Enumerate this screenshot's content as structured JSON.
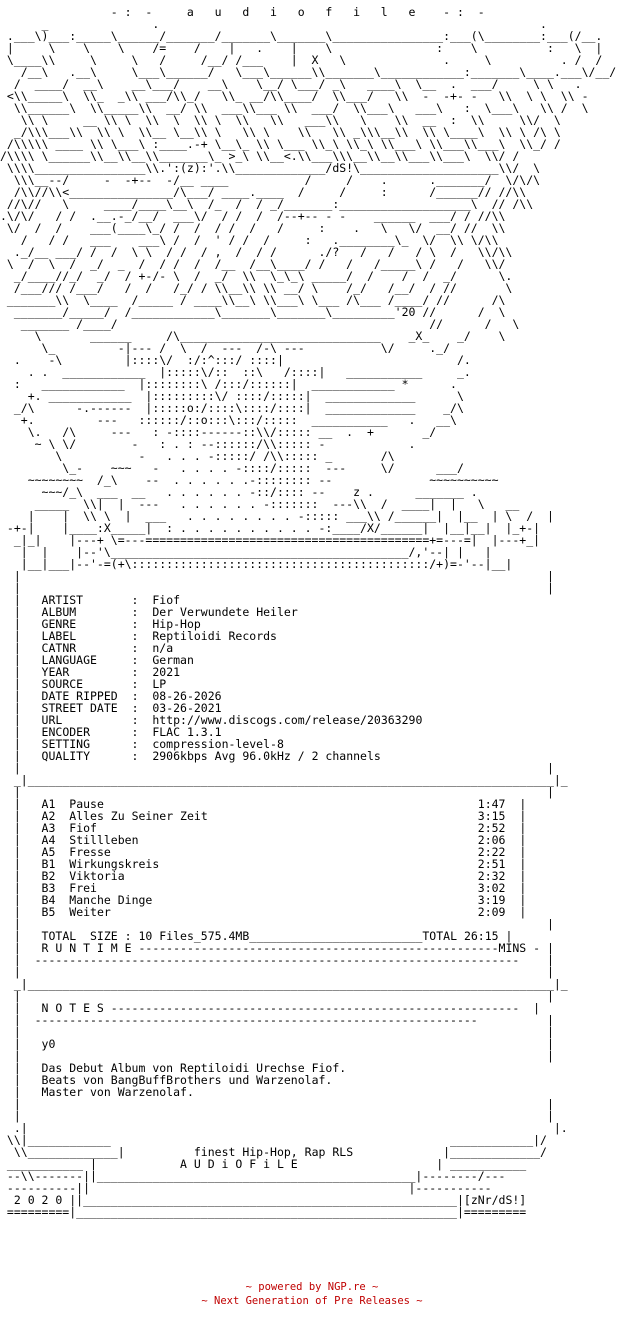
{
  "header": {
    "art_lines": [
      "                - :  -     a   u   d   i   o   f   i   l   e    - :  -",
      "      _               .                                                       .",
      " .___\\)___:_____\\______/_______/_______\\_______\\________________:___(\\________:___(/__.",
      " |     \\    \\    \\    /=    /    |   .    |    \\               :    \\          :   \\  |",
      " \\____\\\\     \\     \\   /     /__/ /___    |  X   \\              .     \\          . /  /",
      "   /__\\   .__\\     \\___\\______/   \\___\\______\\\\_______\\____________:_______\\____.___\\/__/",
      "  /  ____/  __\\    __\\___/    __\\    \\__/ \\___/ _\\   ____\\  \\__  .  ___/     \\ \\   .",
      " <\\\\_____\\  \\\\_  _\\\\ ___/\\\\_/   \\\\_ __/\\\\____/  \\\\___/   \\\\  -  -+- -   \\\\  \\ \\  \\\\ -",
      "  \\\\______\\  \\\\_____\\\\  __/ \\\\  ___\\\\___ \\\\  ___/  \\\\___\\   ___\\   :  \\___\\   \\\\ /  \\",
      "   \\\\ \\     __ \\\\ \\  \\\\  \\  \\\\ \\  \\\\   \\\\   ___\\\\   \\    \\\\  __  :  \\\\     \\\\/  \\",
      "  _/\\\\\\___\\\\  \\\\ \\  \\\\__ \\__\\\\ \\   \\\\ \\    \\\\   \\\\ _\\\\\\__\\\\  \\\\ \\____\\  \\\\ \\ /\\ \\",
      " /\\\\\\\\\\ ____ \\\\ \\___\\ :____.-+ \\__\\_ \\\\ \\___ \\\\_\\ \\\\_\\ \\\\___\\ \\\\___\\\\___\\  \\\\_/ /",
      "/\\\\\\\\ \\______\\\\__\\\\__\\\\_______\\_ >_\\ \\\\__<.\\\\___\\\\\\__\\\\__\\\\___\\\\___\\  \\\\/ /",
      " \\\\\\\\________________\\\\.':(z):'.\\\\_____________/dS!\\____________________\\\\/  \\",
      "  \\\\\\__--/     -  -+--  -/__ ____           /     /    .      ._______/  \\/\\/\\",
      "  /\\\\//\\\\<_______________/\\___/ ____.____  /     /     :      /______// //\\\\",
      " //\\//   \\     ____/____\\__\\  /_  /  / _/_______:___________________\\  // /\\\\",
      ".\\/\\/   / /  .__.-_/__/  ___\\/  / /  /  /--+-- - -    ______  ___/ / //\\\\",
      " \\/  /  /    ___(____\\_/ /  /  / /  /   /     :    .   \\   \\/  __/ //  \\\\",
      "   /   / /   ___    ___\\ /  /  ' / /  /     :   .________\\_  \\/  \\\\ \\/\\\\",
      "  ._/__ ___/ /  /  \\ \\  / /  / ,  /  / /      ./?   /   /   / \\  /   \\\\/\\\\",
      " \\  /  \\  /  _/  _  /  / /  /  /__  /__\\____/ /   /   /_____\\ /   /   \\\\/",
      "  _/____//_/  _/  / +-/- \\  /  _/  \\\\  \\_\\_\\ _____/  /    /  /  _/      \\.",
      "  /___/// /___/   /  /   /_/ / \\\\__\\\\ \\\\ __/ \\    /_/   /__/  / //       \\",
      " _______\\\\  \\____  /_____ / ____\\\\__\\ \\\\___\\ \\___ /\\___ /____/ //      /\\",
      "  _______/_____/  /____________\\_______\\_______\\_________'20 //      /  \\",
      "   _______ /____/                                             //      /   \\",
      "     \\       ______     /\\_____________________________    _X_    _/    \\",
      "      \\_         -|--- /  \\  /  ---  /-\\ ---           \\/     ._/",
      "  .    -\\         |::::\\/  :/:^:::/ ::::|                         /.",
      "    . .  ____________  |:::::\\/::  ::\\   /::::|   ___________     _.",
      "  :   ____________  |::::::::\\ /:::/::::::|  ____________ *      .",
      "    +. ____________  |:::::::::\\/ ::::/:::::|  _____________      \\",
      "  _/\\      -.------  |:::::o:/::::\\::::/::::|  _____________    _/\\",
      "   +.         ---   ::::::/::o:::\\:::/:::::  ___________   .   __\\",
      "    \\.   /\\     ---   : -::::------::\\\\/::::: __  .  +       _/",
      "     ~ \\ \\/        -   : . : --::::::/\\\\::::: -            .",
      "        \\           -   . . . -:::::/ /\\\\::::: _       /\\",
      "         \\_-    ~~~   -   . . . . -::::/:::::  ---     \\/      ___/",
      "    ~~~~~~~~  /_\\    --  . . . . . .-:::::::: --              ~~~~~~~~~~",
      "      ~~~/_\\  ___  __   . . . . . . -::/:::: --    z .      _______ .",
      "     _____  \\\\|  |  ---   . . . . . . -:::::::  ---\\\\  /  ____|  |   \\   __",
      "    |    |  \\\\ \\  |  ___   . . . . . . . . -::::: ___\\\\ /______|  |__  | \\  /  |",
      " -+-|    |____:X_____|  : . . . . . . . . . . -:____/X/______|  |__|__|  |_+-|",
      "  _|_|    |---+ \\=---=========================================+=---=|  |---+_|",
      "   |  |    |--'\\___________________________________________/,'--| |   |",
      "   |__|___|--'-=(+\\:::::::::::::::::::::::::::::::::::::::::::/+)=-'--|__|"
    ]
  },
  "release_info": {
    "fields": [
      {
        "label": "ARTIST",
        "value": "Fiof"
      },
      {
        "label": "ALBUM",
        "value": "Der Verwundete Heiler"
      },
      {
        "label": "GENRE",
        "value": "Hip-Hop"
      },
      {
        "label": "LABEL",
        "value": "Reptiloidi Records"
      },
      {
        "label": "CATNR",
        "value": "n/a"
      },
      {
        "label": "LANGUAGE",
        "value": "German"
      },
      {
        "label": "YEAR",
        "value": "2021"
      },
      {
        "label": "SOURCE",
        "value": "LP"
      },
      {
        "label": "DATE RIPPED",
        "value": "08-26-2026"
      },
      {
        "label": "STREET DATE",
        "value": "03-26-2021"
      },
      {
        "label": "URL",
        "value": "http://www.discogs.com/release/20363290"
      },
      {
        "label": "ENCODER",
        "value": "FLAC 1.3.1"
      },
      {
        "label": "SETTING",
        "value": "compression-level-8"
      },
      {
        "label": "QUALITY",
        "value": "2906kbps Avg 96.0kHz / 2 channels"
      }
    ]
  },
  "tracklist": {
    "tracks": [
      {
        "pos": "A1",
        "title": "Pause",
        "time": "1:47"
      },
      {
        "pos": "A2",
        "title": "Alles Zu Seiner Zeit",
        "time": "3:15"
      },
      {
        "pos": "A3",
        "title": "Fiof",
        "time": "2:52"
      },
      {
        "pos": "A4",
        "title": "Stillleben",
        "time": "2:06"
      },
      {
        "pos": "A5",
        "title": "Fresse",
        "time": "2:22"
      },
      {
        "pos": "B1",
        "title": "Wirkungskreis",
        "time": "2:51"
      },
      {
        "pos": "B2",
        "title": "Viktoria",
        "time": "2:32"
      },
      {
        "pos": "B3",
        "title": "Frei",
        "time": "3:02"
      },
      {
        "pos": "B4",
        "title": "Manche Dinge",
        "time": "3:19"
      },
      {
        "pos": "B5",
        "title": "Weiter",
        "time": "2:09"
      }
    ],
    "total_size_label": "TOTAL  SIZE :",
    "total_size_value": "10 Files_575.4MB",
    "total_time_label": "TOTAL",
    "total_time_value": "26:15",
    "runtime_label": "R U N T I M E",
    "mins_label": "MINS"
  },
  "notes": {
    "heading": "N O T E S",
    "greeting": "y0",
    "lines": [
      "Das Debut Album von Reptiloidi Urechse Fiof.",
      "Beats von BangBuffBrothers und Warzenolaf.",
      "Master von Warzenolaf."
    ]
  },
  "signature": {
    "tagline": "finest Hip-Hop, Rap RLS",
    "brand": "A U D i O F i L E",
    "year": "2 0 2 0",
    "credits": "[zNr/dS!]"
  },
  "footer": {
    "powered_by": "~ powered by NGP.re ~",
    "ngp": "~ Next Generation of Pre Releases ~"
  }
}
